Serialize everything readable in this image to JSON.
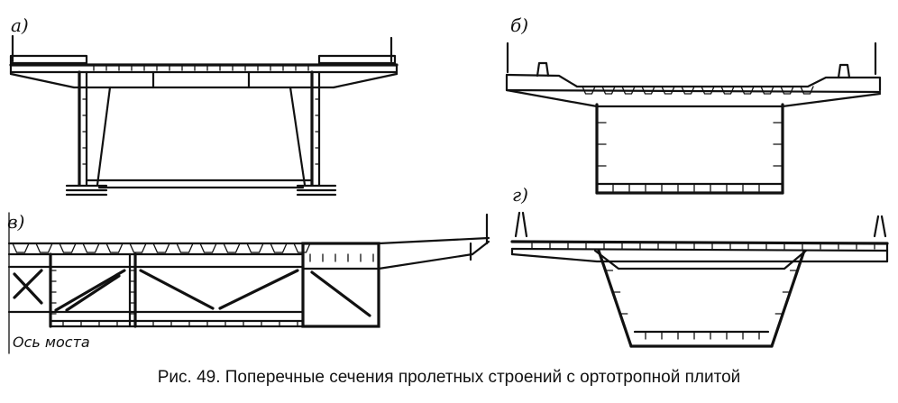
{
  "figure": {
    "panels": [
      {
        "label": "а)"
      },
      {
        "label": "б)"
      },
      {
        "label": "в)",
        "axis_text": "Ось моста"
      },
      {
        "label": "г)"
      }
    ],
    "caption": "Рис. 49. Поперечные сечения пролетных строений с ортотропной плитой"
  }
}
